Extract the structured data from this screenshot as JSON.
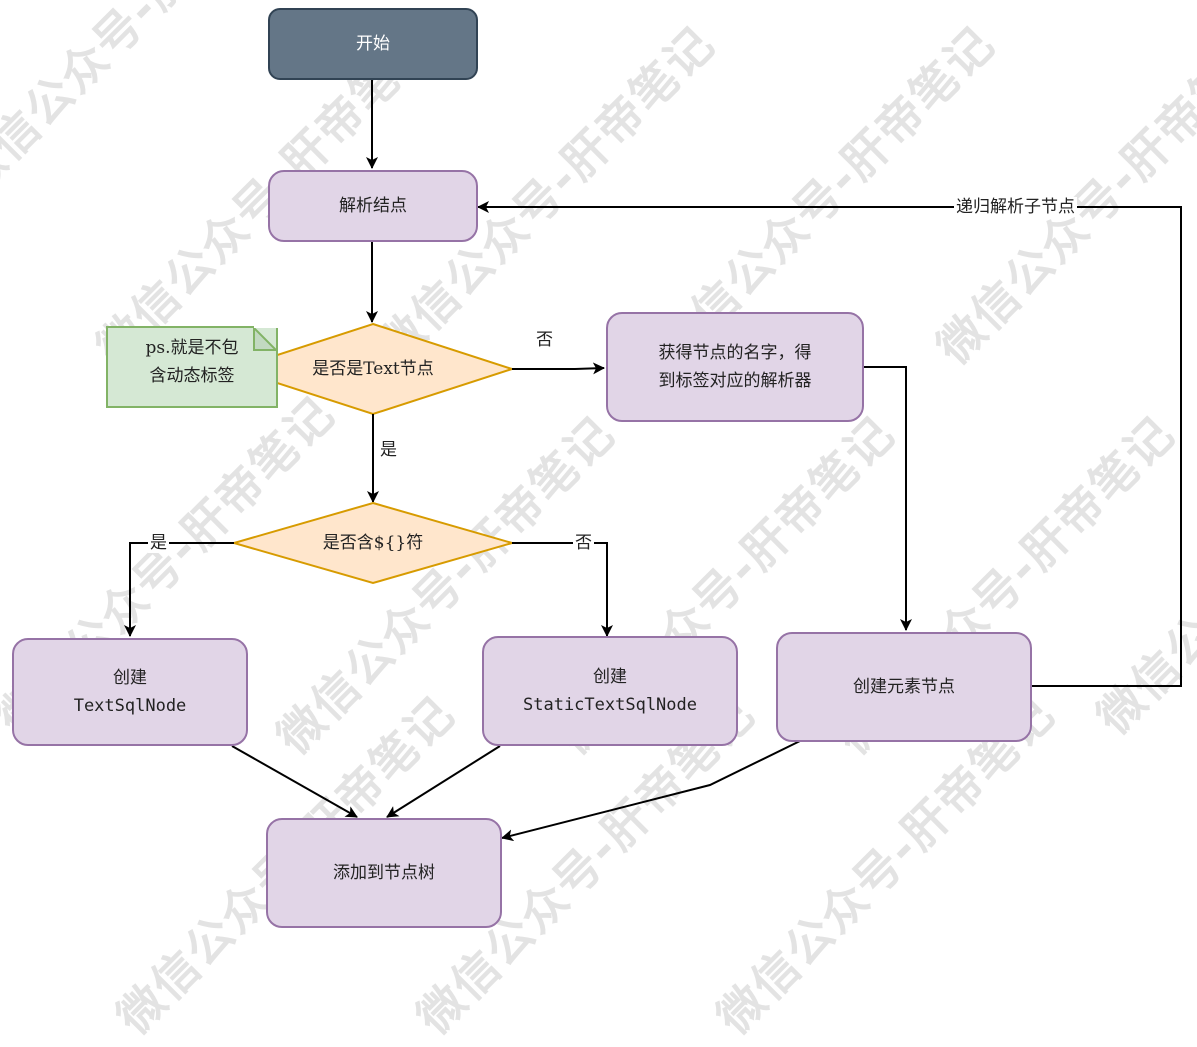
{
  "colors": {
    "start_fill": "#647687",
    "start_stroke": "#314354",
    "process_fill": "#e1d5e7",
    "process_stroke": "#9673a6",
    "decision_fill": "#ffe6cc",
    "decision_stroke": "#d79b00",
    "note_fill": "#d5e8d4",
    "note_stroke": "#82b366",
    "edge": "#000000"
  },
  "watermark": "微信公众号-肝帝笔记",
  "nodes": {
    "start": "开始",
    "parse_node": "解析结点",
    "is_text_node": "是否是Text节点",
    "note": {
      "line1": "ps.就是不包",
      "line2": "含动态标签"
    },
    "get_parser": {
      "line1": "获得节点的名字，得",
      "line2": "到标签对应的解析器"
    },
    "has_dollar_brace": "是否含${}符",
    "create_text_sql_node": {
      "line1": "创建",
      "line2": "TextSqlNode"
    },
    "create_static_text_sql_node": {
      "line1": "创建",
      "line2": "StaticTextSqlNode"
    },
    "create_element_node": "创建元素节点",
    "add_to_tree": "添加到节点树"
  },
  "edge_labels": {
    "no_to_parser": "否",
    "yes_to_dollar_check": "是",
    "yes_to_text_sql": "是",
    "no_to_static": "否",
    "recursive": "递归解析子节点"
  }
}
